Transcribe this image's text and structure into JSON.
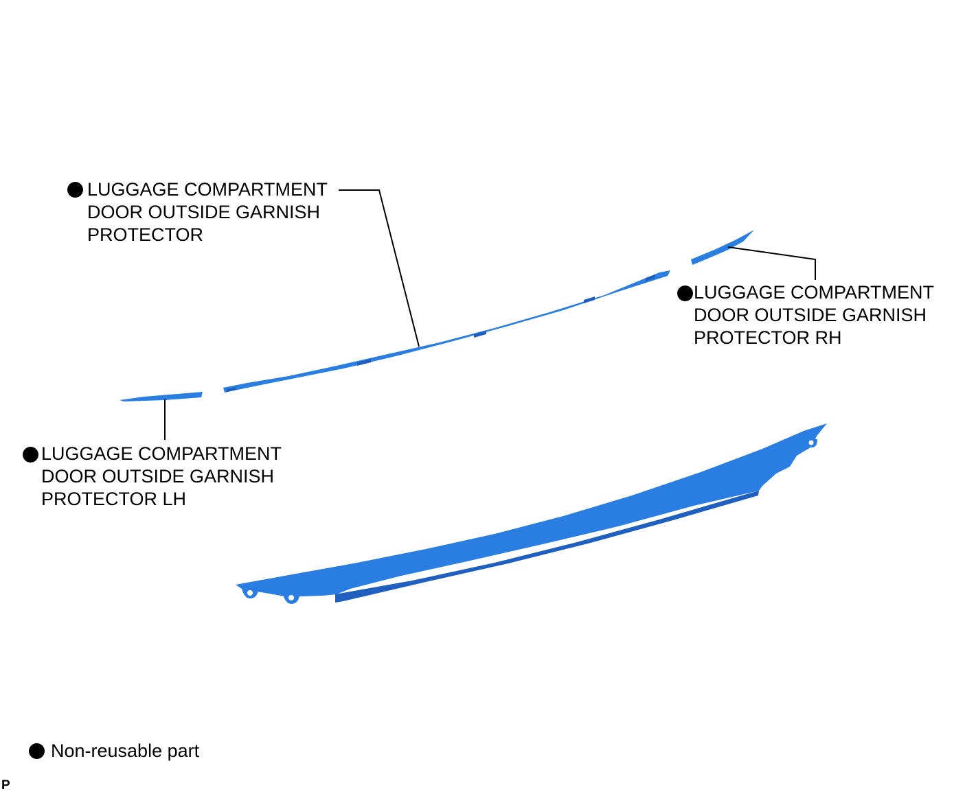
{
  "callouts": {
    "main": {
      "lines": [
        "LUGGAGE COMPARTMENT",
        "DOOR OUTSIDE GARNISH",
        "PROTECTOR"
      ]
    },
    "rh": {
      "lines": [
        "LUGGAGE COMPARTMENT",
        "DOOR OUTSIDE GARNISH",
        "PROTECTOR RH"
      ]
    },
    "lh": {
      "lines": [
        "LUGGAGE COMPARTMENT",
        "DOOR OUTSIDE GARNISH",
        "PROTECTOR LH"
      ]
    }
  },
  "legend": {
    "label": "Non-reusable part"
  },
  "page_code": "P",
  "colors": {
    "part_fill": "#2a7de1",
    "part_shadow": "#1f5fc0",
    "leader": "#000000",
    "marker": "#000000"
  },
  "icons": {
    "non_reusable_marker": "filled-circle-icon"
  }
}
